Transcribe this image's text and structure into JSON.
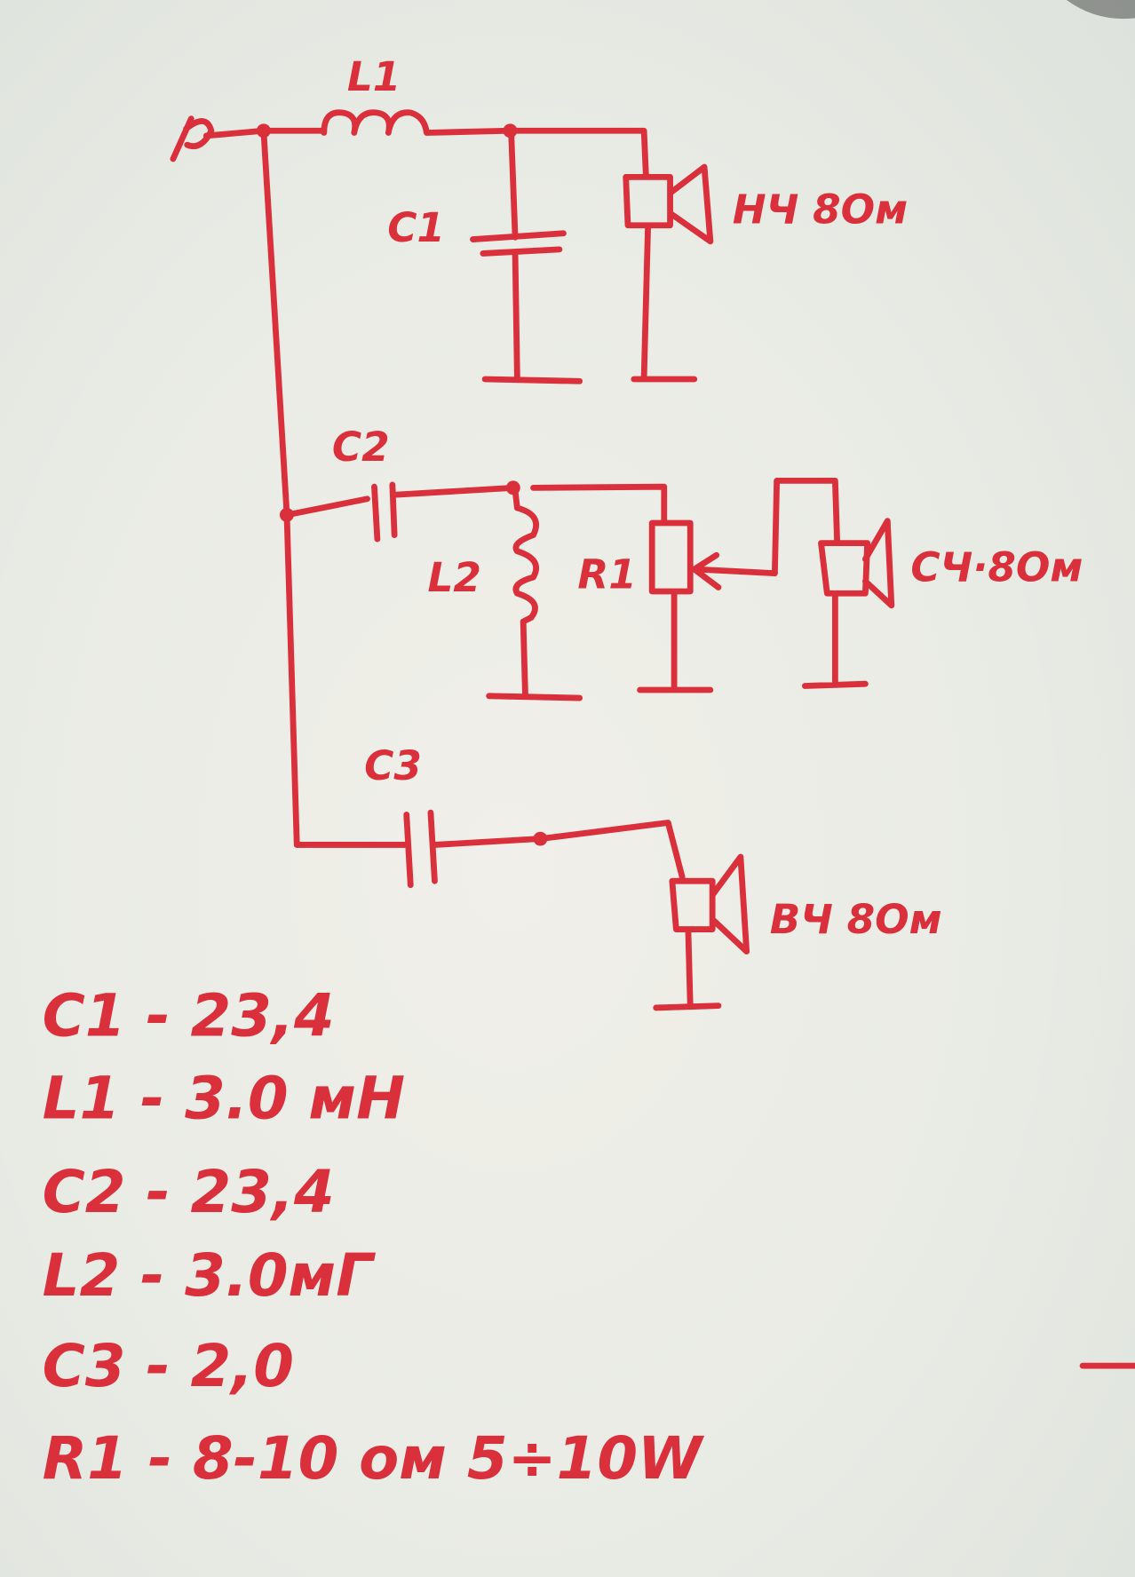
{
  "labels": {
    "L1": "L1",
    "C1": "C1",
    "C2": "C2",
    "L2": "L2",
    "R1": "R1",
    "C3": "C3",
    "speaker_low": "НЧ 8Ом",
    "speaker_mid": "СЧ·8Ом",
    "speaker_high": "ВЧ 8Ом"
  },
  "component_values": [
    "C1 - 23,4",
    "L1 - 3.0 мН",
    "C2 - 23,4",
    "L2 - 3.0мГ",
    "C3 - 2,0",
    "R1 - 8-10 ом 5÷10W"
  ],
  "ink_color": "#d9303c"
}
